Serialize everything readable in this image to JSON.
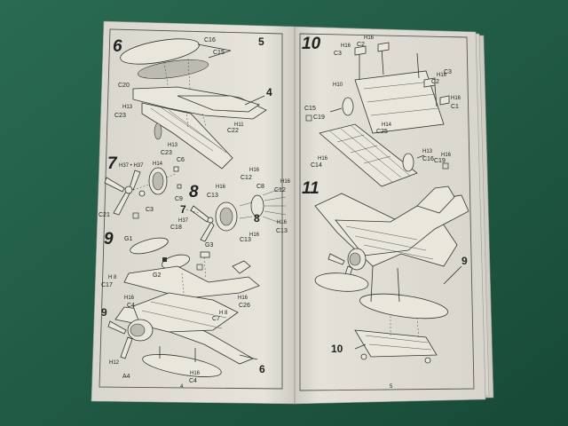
{
  "page_left": {
    "steps": {
      "s6": "6",
      "s7": "7",
      "s8": "8",
      "s9": "9"
    },
    "callouts": {
      "c5": "5",
      "c4": "4",
      "c8": "8",
      "c6": "6",
      "c7": "7",
      "c9": "9"
    },
    "parts": {
      "C16": "C16",
      "C15": "C15",
      "C20": "C20",
      "H13a": "H13",
      "C23a": "C23",
      "C22": "C22",
      "H11": "H11",
      "H13b": "H13",
      "C23b": "C23",
      "H37": "H37 • H37",
      "H14": "H14",
      "C6": "C6",
      "C9": "C9",
      "C21": "C21",
      "C3": "C3",
      "C18": "C18",
      "H37b": "H37",
      "C13a": "C13",
      "H16a": "H16",
      "C12a": "C12",
      "H16b": "H16",
      "C8": "C8",
      "H16c": "H16",
      "C12b": "C12",
      "C13b": "C13",
      "H16d": "H16",
      "H16e": "H16",
      "C13c": "C13",
      "G1": "G1",
      "G2": "G2",
      "G3": "G3",
      "H8": "H 8",
      "C17": "C17",
      "H16f": "H16",
      "C4a": "C4",
      "H16g": "H16",
      "C26": "C26",
      "H8b": "H 8",
      "C7": "C7",
      "H12": "H12",
      "A4": "A4",
      "H16h": "H16",
      "C4b": "C4"
    },
    "page_number": "4"
  },
  "page_right": {
    "steps": {
      "s10": "10",
      "s11": "11"
    },
    "callouts": {
      "c9": "9",
      "c10": "10"
    },
    "parts": {
      "H16a": "H16",
      "C3a": "C3",
      "C2a": "C2",
      "H16b": "H16",
      "C2b": "C2",
      "H16c": "H16",
      "C3b": "C3",
      "H16d": "H16",
      "C1": "C1",
      "H10": "H10",
      "C15": "C15",
      "C19a": "C19",
      "H14": "H14",
      "C25": "C25",
      "H16e": "H16",
      "C14": "C14",
      "H13": "H13",
      "C16": "C16",
      "H16f": "H16",
      "C19b": "C19"
    },
    "page_number": "5"
  },
  "colors": {
    "background": "#1f5f48",
    "paper": "#e2e0d6",
    "ink": "#333333"
  }
}
